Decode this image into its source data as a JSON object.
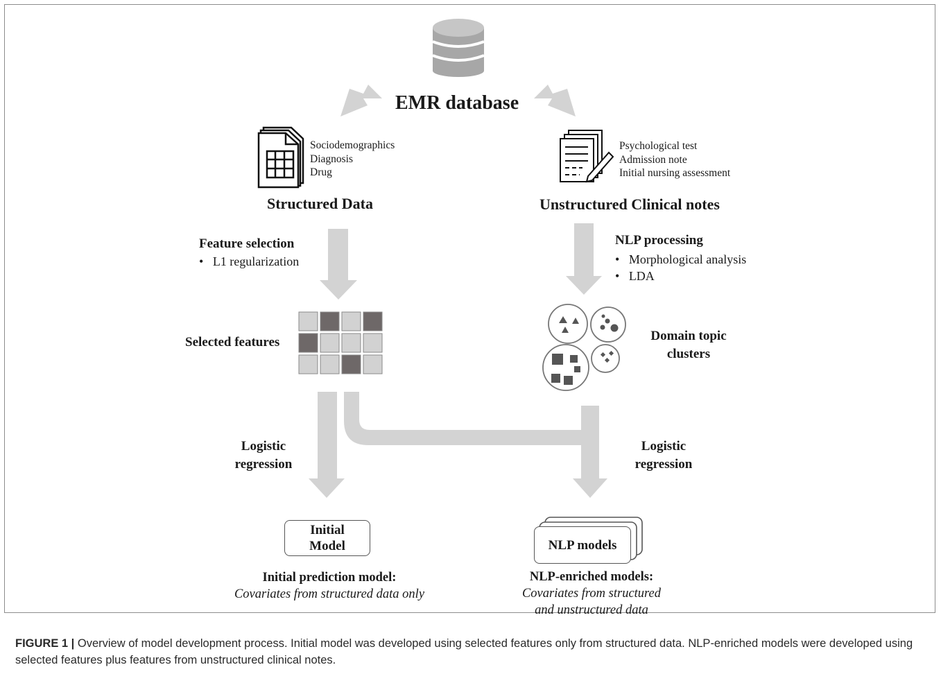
{
  "title": "EMR database",
  "structured": {
    "heading": "Structured Data",
    "items": [
      "Sociodemographics",
      "Diagnosis",
      "Drug"
    ]
  },
  "unstructured": {
    "heading": "Unstructured Clinical notes",
    "items": [
      "Psychological test",
      "Admission note",
      "Initial nursing assessment"
    ]
  },
  "feature_selection": {
    "title": "Feature selection",
    "bullet": "L1 regularization"
  },
  "nlp_processing": {
    "title": "NLP processing",
    "bullets": [
      "Morphological analysis",
      "LDA"
    ]
  },
  "selected_features_label": "Selected features",
  "domain_topic_label": [
    "Domain topic",
    "clusters"
  ],
  "logistic_left": [
    "Logistic",
    "regression"
  ],
  "logistic_right": [
    "Logistic",
    "regression"
  ],
  "initial_model_box": [
    "Initial",
    "Model"
  ],
  "nlp_models_box": "NLP models",
  "initial_desc": {
    "title": "Initial prediction model:",
    "sub": "Covariates from structured data only"
  },
  "nlp_desc": {
    "title": "NLP-enriched models:",
    "sub": [
      "Covariates from structured",
      "and unstructured data"
    ]
  },
  "caption": {
    "label": "FIGURE 1 |",
    "text": "Overview of model development process. Initial model was developed using selected features only from structured data. NLP-enriched models were developed using selected features plus features from unstructured clinical notes."
  },
  "colors": {
    "arrow": "#d3d3d3",
    "dark_cell": "#6e6868",
    "light_cell": "#d2d2d2",
    "cylinder": "#a9a9a9"
  },
  "feature_grid": [
    [
      0,
      1,
      0,
      1
    ],
    [
      1,
      0,
      0,
      0
    ],
    [
      0,
      0,
      1,
      0
    ]
  ]
}
